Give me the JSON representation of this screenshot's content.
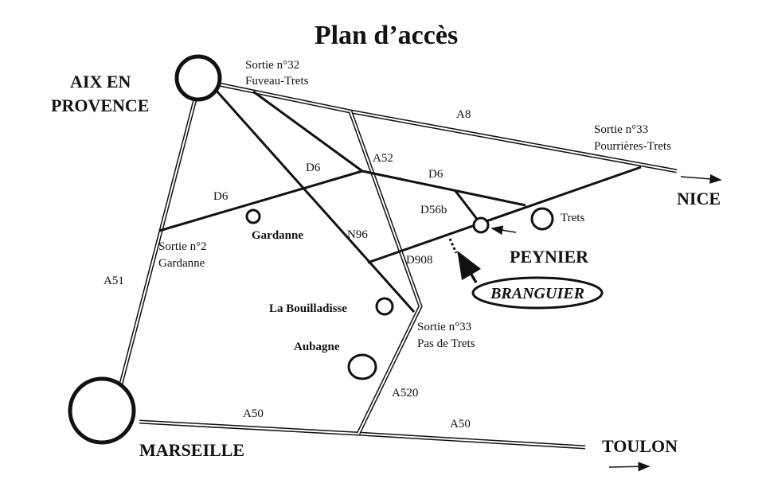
{
  "title": "Plan d’accès",
  "cities": {
    "aix": [
      "AIX EN",
      "PROVENCE"
    ],
    "marseille": "MARSEILLE",
    "peynier": "PEYNIER",
    "nice": "NICE",
    "toulon": "TOULON"
  },
  "towns": {
    "gardanne": "Gardanne",
    "bouilladisse": "La Bouilladisse",
    "aubagne": "Aubagne",
    "trets": "Trets"
  },
  "target": "BRANGUIER",
  "roads": {
    "a8": "A8",
    "a52": "A52",
    "a51": "A51",
    "a50_left": "A50",
    "a50_right": "A50",
    "a520": "A520",
    "d6_left": "D6",
    "d6_mid": "D6",
    "d6_right": "D6",
    "d56b": "D56b",
    "n96": "N96",
    "d908": "D908"
  },
  "exits": {
    "sortie32": [
      "Sortie n°32",
      "Fuveau-Trets"
    ],
    "sortie33_pourrieres": [
      "Sortie n°33",
      "Pourrières-Trets"
    ],
    "sortie2": [
      "Sortie n°2",
      "Gardanne"
    ],
    "sortie33_pas": [
      "Sortie n°33",
      "Pas de Trets"
    ]
  },
  "colors": {
    "ink": "#111111",
    "background": "#ffffff"
  }
}
